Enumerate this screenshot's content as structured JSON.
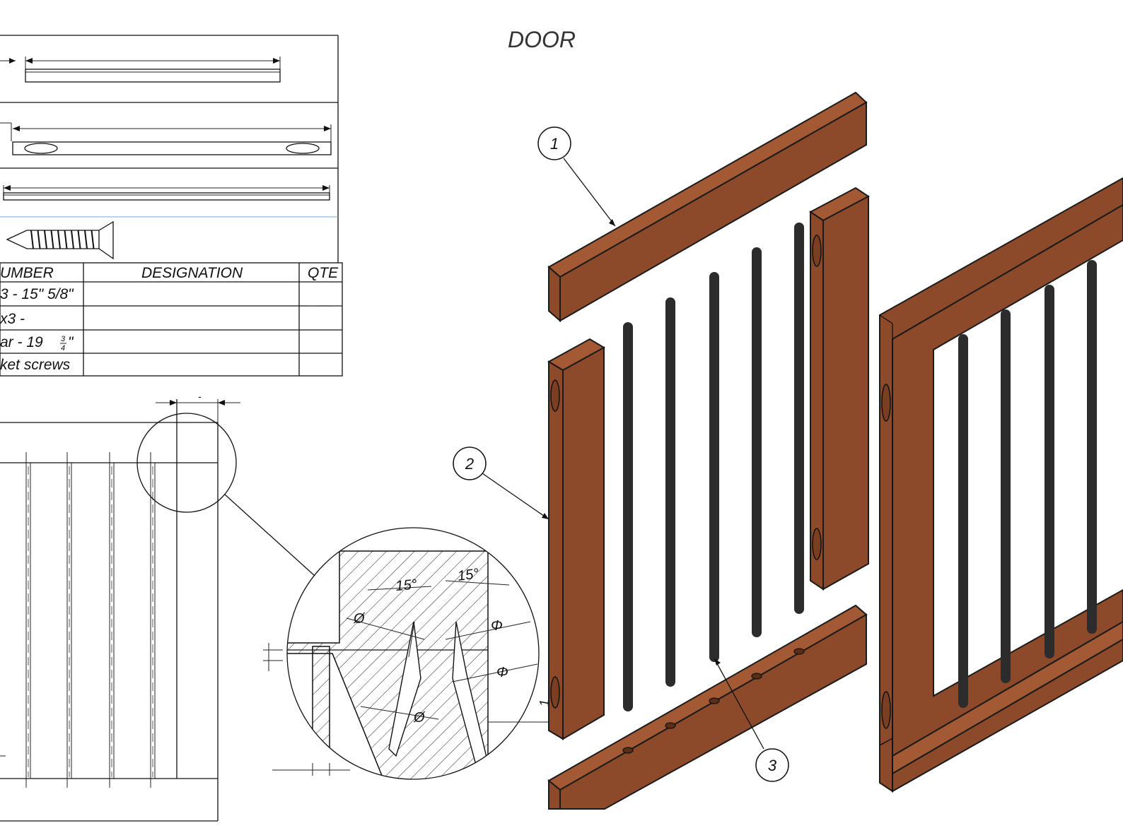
{
  "title": "DOOR",
  "parts_table": {
    "headers": [
      "UMBER",
      "DESIGNATION",
      "QTE"
    ],
    "rows": [
      {
        "number": "3 - 15\" 5/8\"",
        "designation": "",
        "qte": ""
      },
      {
        "number": "x3 -",
        "designation": "",
        "qte": ""
      },
      {
        "number": "ar - 19",
        "designation": "",
        "qte": ""
      },
      {
        "number": "ket screws",
        "designation": "",
        "qte": ""
      }
    ],
    "row3_fraction": {
      "num": "3",
      "den": "4",
      "suffix": "\""
    }
  },
  "callouts": [
    "1",
    "2",
    "3"
  ],
  "detail_labels": {
    "angle_left": "15°",
    "angle_right": "15°",
    "dia_left_top": "Ø",
    "dia_right_top": "Φ",
    "dia_right_mid": "Φ",
    "dia_bottom": "Ø",
    "length_label": "1"
  },
  "colors": {
    "wood": "#8c4a2a",
    "wood_top": "#a35a34",
    "bar": "#2c2c2c",
    "line": "#111111"
  }
}
